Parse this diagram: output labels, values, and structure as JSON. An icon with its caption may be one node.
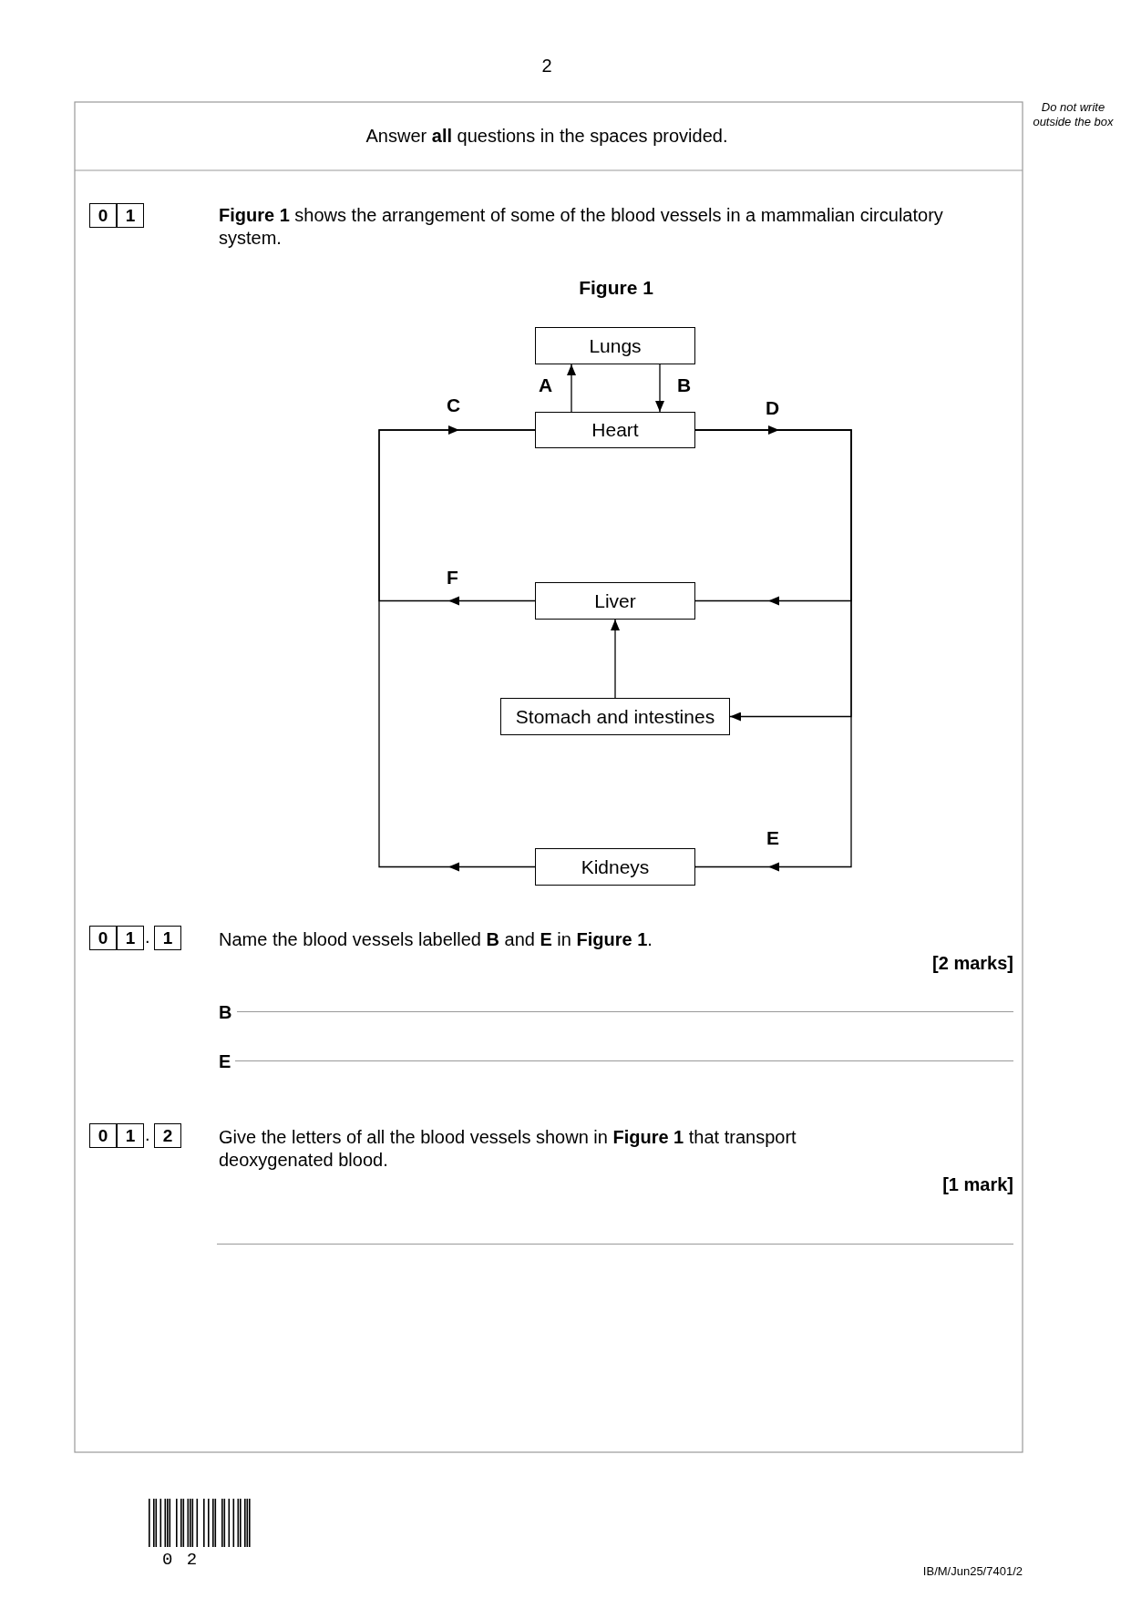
{
  "diagram": {
    "title": "Figure 1",
    "nodes": [
      {
        "text": [
          "Lungs"
        ]
      },
      {
        "text": [
          "Heart"
        ]
      },
      {
        "text": [
          "Liver"
        ]
      },
      {
        "text": [
          "Stomach and intestines"
        ]
      },
      {
        "text": [
          "Kidneys"
        ]
      }
    ],
    "edges": [
      {
        "from": 1,
        "to": 0,
        "arrow": "to",
        "label": "A"
      },
      {
        "from": 0,
        "to": 1,
        "arrow": "to",
        "label": "B"
      },
      {
        "from": 1,
        "to": 2,
        "arrow": "to",
        "label": "D"
      },
      {
        "from": 1,
        "to": 3,
        "arrow": "to"
      },
      {
        "from": 1,
        "to": 4,
        "arrow": "to",
        "label": "E"
      },
      {
        "from": 3,
        "to": 2,
        "arrow": "to"
      },
      {
        "from": 2,
        "to": 1,
        "arrow": "to",
        "label": "F"
      },
      {
        "from": 4,
        "to": 1,
        "arrow": "to",
        "label": "C"
      }
    ],
    "labels": [
      "2",
      "Do not write outside the box",
      "Answer **all** questions in the spaces provided.",
      "0",
      "1",
      "**Figure 1** shows the arrangement of some of the blood vessels in a mammalian circulatory system.",
      "0",
      "1",
      ".",
      "1",
      "Name the blood vessels labelled **B** and **E** in **Figure 1**.",
      "[2 marks]",
      "B",
      "E",
      "0",
      "1",
      ".",
      "2",
      "Give the letters of all the blood vessels shown in **Figure 1** that transport deoxygenated blood.",
      "[1 mark]",
      "0 2",
      "IB/M/Jun25/7401/2"
    ]
  }
}
